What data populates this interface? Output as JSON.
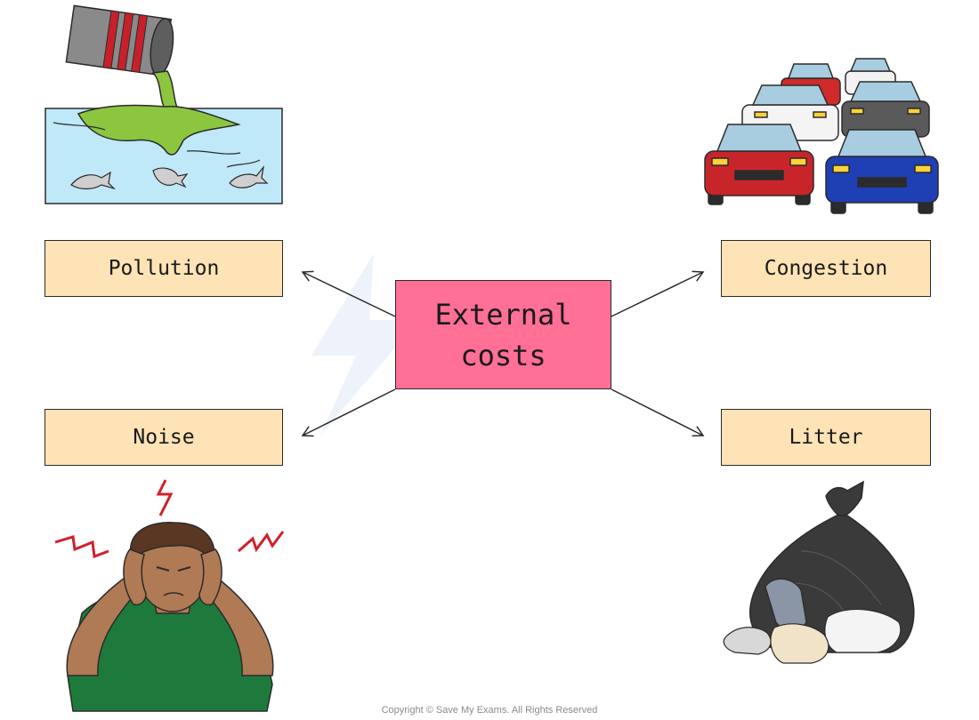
{
  "center": {
    "line1": "External",
    "line2": "costs"
  },
  "categories": {
    "pollution": "Pollution",
    "congestion": "Congestion",
    "noise": "Noise",
    "litter": "Litter"
  },
  "copyright": "Copyright © Save My Exams. All Rights Reserved",
  "colors": {
    "center_fill": "#ff6f96",
    "box_fill": "#fde3b5",
    "water": "#bfe8f8",
    "sludge": "#8cc63f",
    "shirt": "#1e7a3c",
    "skin": "#b07a55",
    "bag": "#3a3a3a",
    "zigzag": "#d0202a"
  },
  "icons": [
    "pollution-illustration",
    "traffic-illustration",
    "noise-illustration",
    "litter-illustration"
  ]
}
